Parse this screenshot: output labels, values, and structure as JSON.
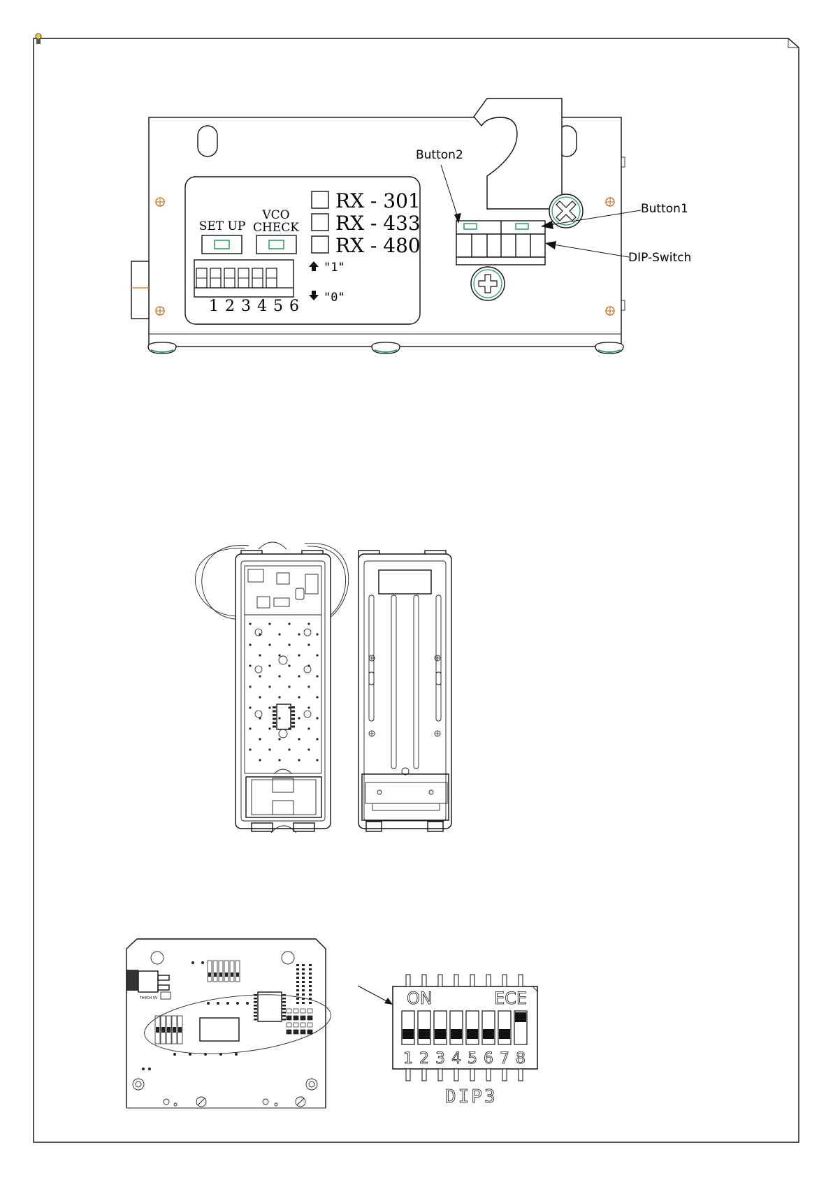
{
  "receiver": {
    "setup_label": "SET UP",
    "vco_line1": "VCO",
    "vco_line2": "CHECK",
    "models": [
      "RX - 301",
      "RX - 433",
      "RX - 480"
    ],
    "dip_numbers": "1 2 3 4 5 6",
    "state_on": "\"1\"",
    "state_off": "\"0\"",
    "callouts": {
      "button2": "Button2",
      "button1": "Button1",
      "dip_switch": "DIP-Switch"
    }
  },
  "dip3": {
    "on_label": "ON",
    "brand_label": "ECE",
    "numbers": [
      "1",
      "2",
      "3",
      "4",
      "5",
      "6",
      "7",
      "8"
    ],
    "name": "DIP3"
  },
  "pcb": {
    "tiny_label": "TH4CH 5V"
  }
}
